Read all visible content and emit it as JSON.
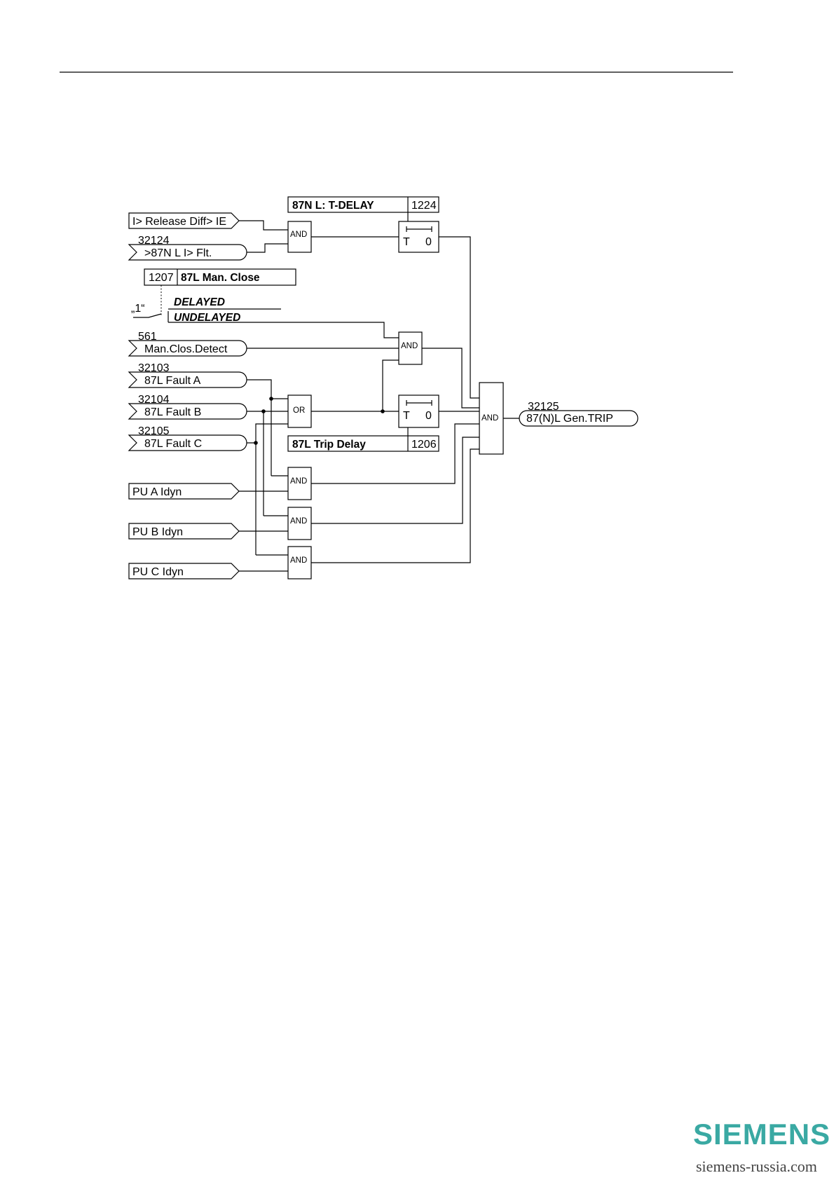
{
  "inputs": {
    "release": "I> Release Diff> IE",
    "flt_no": "32124",
    "flt": ">87N L I> Flt.",
    "man_no": "561",
    "man": "Man.Clos.Detect",
    "fa_no": "32103",
    "fa": "87L Fault A",
    "fb_no": "32104",
    "fb": "87L Fault B",
    "fc_no": "32105",
    "fc": "87L Fault C",
    "pua": "PU A Idyn",
    "pub": "PU B Idyn",
    "puc": "PU C Idyn"
  },
  "params": {
    "tdelay_name": "87N L: T-DELAY",
    "tdelay_no": "1224",
    "manclose_no": "1207",
    "manclose_name": "87L Man. Close",
    "const_one": "„1“",
    "delayed": "DELAYED",
    "undelayed": "UNDELAYED",
    "tripdelay_name": "87L Trip Delay",
    "tripdelay_no": "1206"
  },
  "gates": {
    "and": "AND",
    "or": "OR"
  },
  "timers": {
    "t": "T",
    "zero": "0"
  },
  "output": {
    "no": "32125",
    "label": "87(N)L Gen.TRIP"
  },
  "footer": {
    "brand": "SIEMENS",
    "site": "siemens-russia.com"
  }
}
